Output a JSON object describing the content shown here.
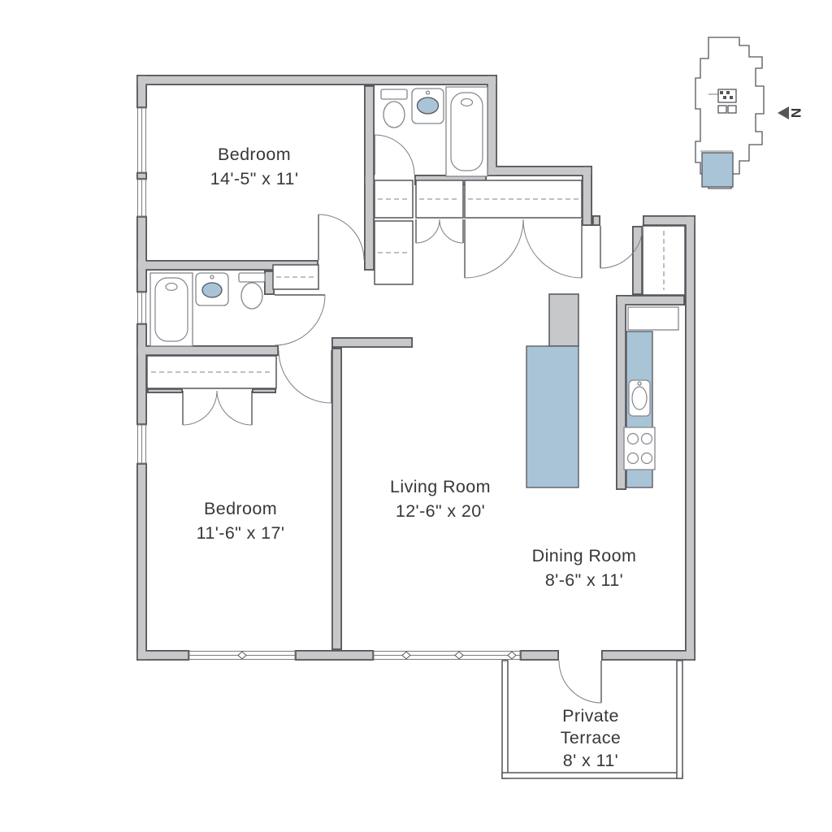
{
  "rooms": {
    "bedroom1": {
      "name": "Bedroom",
      "dims": "14'-5\" x 11'"
    },
    "bedroom2": {
      "name": "Bedroom",
      "dims": "11'-6\" x 17'"
    },
    "living": {
      "name": "Living Room",
      "dims": "12'-6\" x 20'"
    },
    "dining": {
      "name": "Dining Room",
      "dims": "8'-6\" x 11'"
    },
    "terrace": {
      "line1": "Private",
      "line2": "Terrace",
      "dims": "8' x 11'"
    }
  },
  "keyplan": {
    "north_label": "N"
  },
  "colors": {
    "wall_fill": "#c7c8ca",
    "wall_outline": "#55565b",
    "accent_blue": "#a9c4d6",
    "fixture_line": "#85868b",
    "text": "#37383c",
    "floor": "#ffffff"
  }
}
